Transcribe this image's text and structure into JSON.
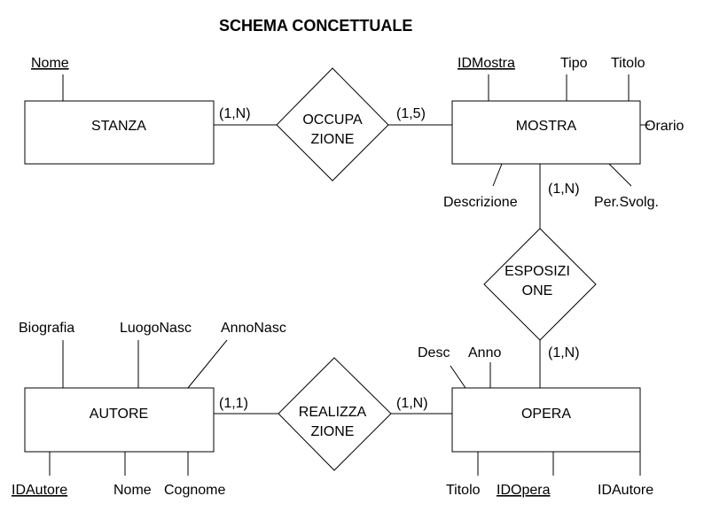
{
  "diagram": {
    "title": "SCHEMA CONCETTUALE",
    "entities": {
      "stanza": "STANZA",
      "mostra": "MOSTRA",
      "autore": "AUTORE",
      "opera": "OPERA"
    },
    "relationships": {
      "occupazione": [
        "OCCUPA",
        "ZIONE"
      ],
      "esposizione": [
        "ESPOSIZI",
        "ONE"
      ],
      "realizzazione": [
        "REALIZZA",
        "ZIONE"
      ]
    },
    "attributes": {
      "stanza_nome": "Nome",
      "mostra_id": "IDMostra",
      "mostra_tipo": "Tipo",
      "mostra_titolo": "Titolo",
      "mostra_orario": "Orario",
      "mostra_descrizione": "Descrizione",
      "mostra_per_svolg": "Per.Svolg.",
      "autore_biografia": "Biografia",
      "autore_luogo_nasc": "LuogoNasc",
      "autore_anno_nasc": "AnnoNasc",
      "autore_id": "IDAutore",
      "autore_nome": "Nome",
      "autore_cognome": "Cognome",
      "opera_desc": "Desc",
      "opera_anno": "Anno",
      "opera_titolo": "Titolo",
      "opera_id": "IDOpera",
      "opera_id_autore": "IDAutore"
    },
    "cardinalities": {
      "stanza_occupazione": "(1,N)",
      "mostra_occupazione": "(1,5)",
      "mostra_esposizione": "(1,N)",
      "opera_esposizione": "(1,N)",
      "autore_realizzazione": "(1,1)",
      "opera_realizzazione": "(1,N)"
    }
  }
}
